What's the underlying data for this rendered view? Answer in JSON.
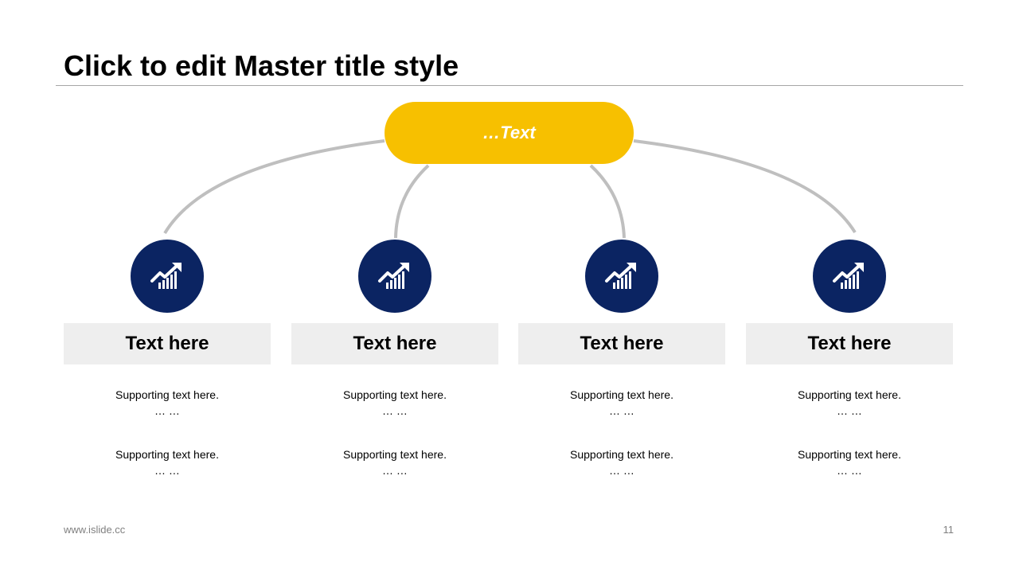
{
  "slide": {
    "title": "Click to edit Master title style",
    "center_label": "…Text"
  },
  "items": [
    {
      "heading": "Text here",
      "support_1": "Supporting text here.",
      "dots_1": "… …",
      "support_2": "Supporting text here.",
      "dots_2": "… …",
      "icon": "growth-chart-icon"
    },
    {
      "heading": "Text here",
      "support_1": "Supporting text here.",
      "dots_1": "… …",
      "support_2": "Supporting text here.",
      "dots_2": "… …",
      "icon": "growth-chart-icon"
    },
    {
      "heading": "Text here",
      "support_1": "Supporting text here.",
      "dots_1": "… …",
      "support_2": "Supporting text here.",
      "dots_2": "… …",
      "icon": "growth-chart-icon"
    },
    {
      "heading": "Text here",
      "support_1": "Supporting text here.",
      "dots_1": "… …",
      "support_2": "Supporting text here.",
      "dots_2": "… …",
      "icon": "growth-chart-icon"
    }
  ],
  "footer": {
    "url": "www.islide.cc",
    "page_number": "11"
  },
  "colors": {
    "accent": "#f7c000",
    "primary": "#0b2462",
    "connector": "#bfbfbf",
    "label_bg": "#eeeeee"
  }
}
